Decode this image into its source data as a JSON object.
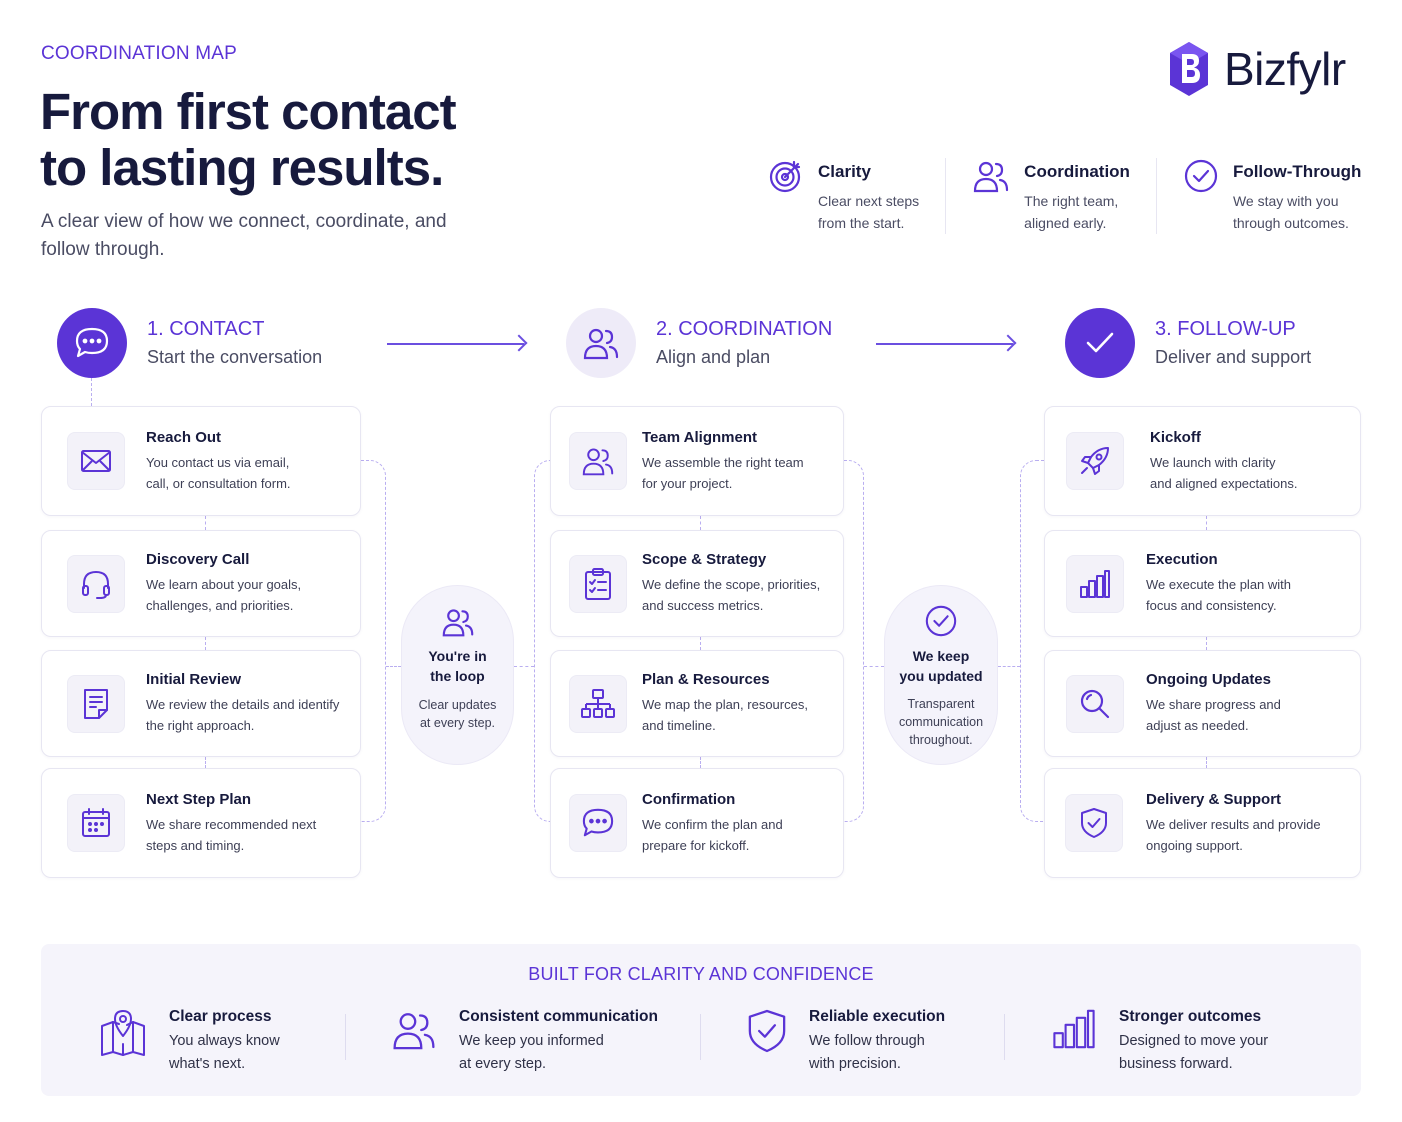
{
  "header": {
    "eyebrow": "COORDINATION MAP",
    "headline_line1": "From first contact",
    "headline_line2": "to lasting results.",
    "subhead": "A clear view of how we connect, coordinate, and follow through."
  },
  "brand": {
    "name": "Bizfylr",
    "accent": "#5b34d6"
  },
  "values": [
    {
      "icon": "target-icon",
      "title": "Clarity",
      "desc": "Clear next steps\nfrom the start."
    },
    {
      "icon": "team-icon",
      "title": "Coordination",
      "desc": "The right team,\naligned early."
    },
    {
      "icon": "check-circle-icon",
      "title": "Follow-Through",
      "desc": "We stay with you\nthrough outcomes."
    }
  ],
  "stages": [
    {
      "icon": "chat-icon",
      "title": "1. CONTACT",
      "subtitle": "Start the conversation"
    },
    {
      "icon": "team-icon",
      "title": "2. COORDINATION",
      "subtitle": "Align and plan"
    },
    {
      "icon": "check-icon",
      "title": "3. FOLLOW-UP",
      "subtitle": "Deliver and support"
    }
  ],
  "contact_steps": [
    {
      "icon": "mail-icon",
      "title": "Reach Out",
      "desc": "You contact us via email,\ncall, or consultation form."
    },
    {
      "icon": "headset-icon",
      "title": "Discovery Call",
      "desc": "We learn about your goals,\nchallenges, and priorities."
    },
    {
      "icon": "document-icon",
      "title": "Initial Review",
      "desc": "We review the details and identify\nthe right approach."
    },
    {
      "icon": "calendar-icon",
      "title": "Next Step Plan",
      "desc": "We share recommended next\nsteps and timing."
    }
  ],
  "coordination_steps": [
    {
      "icon": "team-icon",
      "title": "Team Alignment",
      "desc": "We assemble the right team\nfor your project."
    },
    {
      "icon": "clipboard-icon",
      "title": "Scope & Strategy",
      "desc": "We define the scope, priorities,\nand success metrics."
    },
    {
      "icon": "org-chart-icon",
      "title": "Plan & Resources",
      "desc": "We map the plan, resources,\nand timeline."
    },
    {
      "icon": "chat-icon",
      "title": "Confirmation",
      "desc": "We confirm the plan and\nprepare for kickoff."
    }
  ],
  "followup_steps": [
    {
      "icon": "rocket-icon",
      "title": "Kickoff",
      "desc": "We launch with clarity\nand aligned expectations."
    },
    {
      "icon": "bar-chart-icon",
      "title": "Execution",
      "desc": "We execute the plan with\nfocus and consistency."
    },
    {
      "icon": "search-icon",
      "title": "Ongoing Updates",
      "desc": "We share progress and\nadjust as needed."
    },
    {
      "icon": "shield-icon",
      "title": "Delivery & Support",
      "desc": "We deliver results and provide\nongoing support."
    }
  ],
  "loop_pill": {
    "icon": "team-icon",
    "title": "You're in\nthe loop",
    "desc": "Clear updates\nat every step."
  },
  "update_pill": {
    "icon": "check-circle-icon",
    "title": "We keep\nyou updated",
    "desc": "Transparent\ncommunication\nthroughout."
  },
  "footer": {
    "title": "BUILT FOR CLARITY AND CONFIDENCE",
    "benefits": [
      {
        "icon": "map-pin-icon",
        "title": "Clear process",
        "desc": "You always know\nwhat's next."
      },
      {
        "icon": "team-icon",
        "title": "Consistent communication",
        "desc": "We keep you informed\nat every step."
      },
      {
        "icon": "shield-icon",
        "title": "Reliable execution",
        "desc": "We follow through\nwith precision."
      },
      {
        "icon": "bar-chart-icon",
        "title": "Stronger outcomes",
        "desc": "Designed to move your\nbusiness forward."
      }
    ]
  }
}
